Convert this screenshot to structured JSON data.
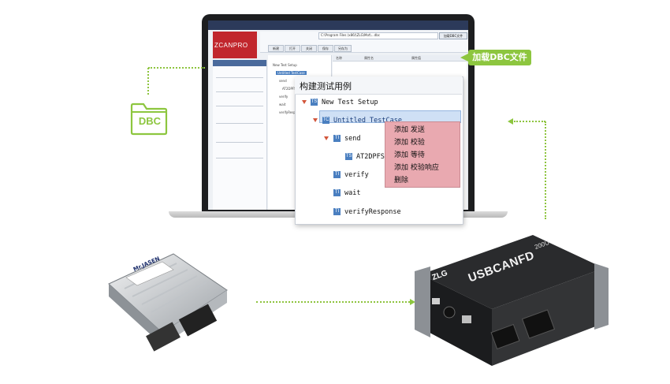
{
  "app": {
    "window_title": "",
    "logo": "ZCANPRO",
    "dbc_path": "C:\\Program Files (x86)\\ZLG\\Mot\\...dbc",
    "dbc_load_button": "加载DBC文件",
    "toolbar_buttons": [
      "新建",
      "打开",
      "关闭",
      "保存",
      "另存为"
    ],
    "tree_items": [
      "New Test Setup",
      "Untitled TestCase",
      "send",
      "AT2DPFSS",
      "verify",
      "wait",
      "verifyResponse"
    ],
    "grid_headers": [
      "名称",
      "属性名",
      "属性值"
    ]
  },
  "popup": {
    "title": "构建测试用例",
    "tree": [
      {
        "badge": "TS",
        "label": "New Test Setup"
      },
      {
        "badge": "TC",
        "label": "Untitled TestCase"
      },
      {
        "badge": "TI",
        "label": "send"
      },
      {
        "badge": "TS",
        "label": "AT2DPFSS"
      },
      {
        "badge": "TI",
        "label": "verify"
      },
      {
        "badge": "TI",
        "label": "wait"
      },
      {
        "badge": "TI",
        "label": "verifyResponse"
      }
    ]
  },
  "context_menu": {
    "items": [
      "添加 发送",
      "添加 校验",
      "添加 等待",
      "添加 校验响应",
      "删除"
    ]
  },
  "callouts": {
    "load_dbc": "加载DBC文件",
    "dbc_folder": "DBC"
  },
  "devices": {
    "ecu_label": "Mr.JASEN",
    "usbcan_brand": "ZLG",
    "usbcan_name": "USBCANFD",
    "usbcan_model": "200U"
  },
  "colors": {
    "accent_green": "#8dc63f",
    "context_menu_bg": "#e9a9b0",
    "logo_red": "#c1272d"
  }
}
